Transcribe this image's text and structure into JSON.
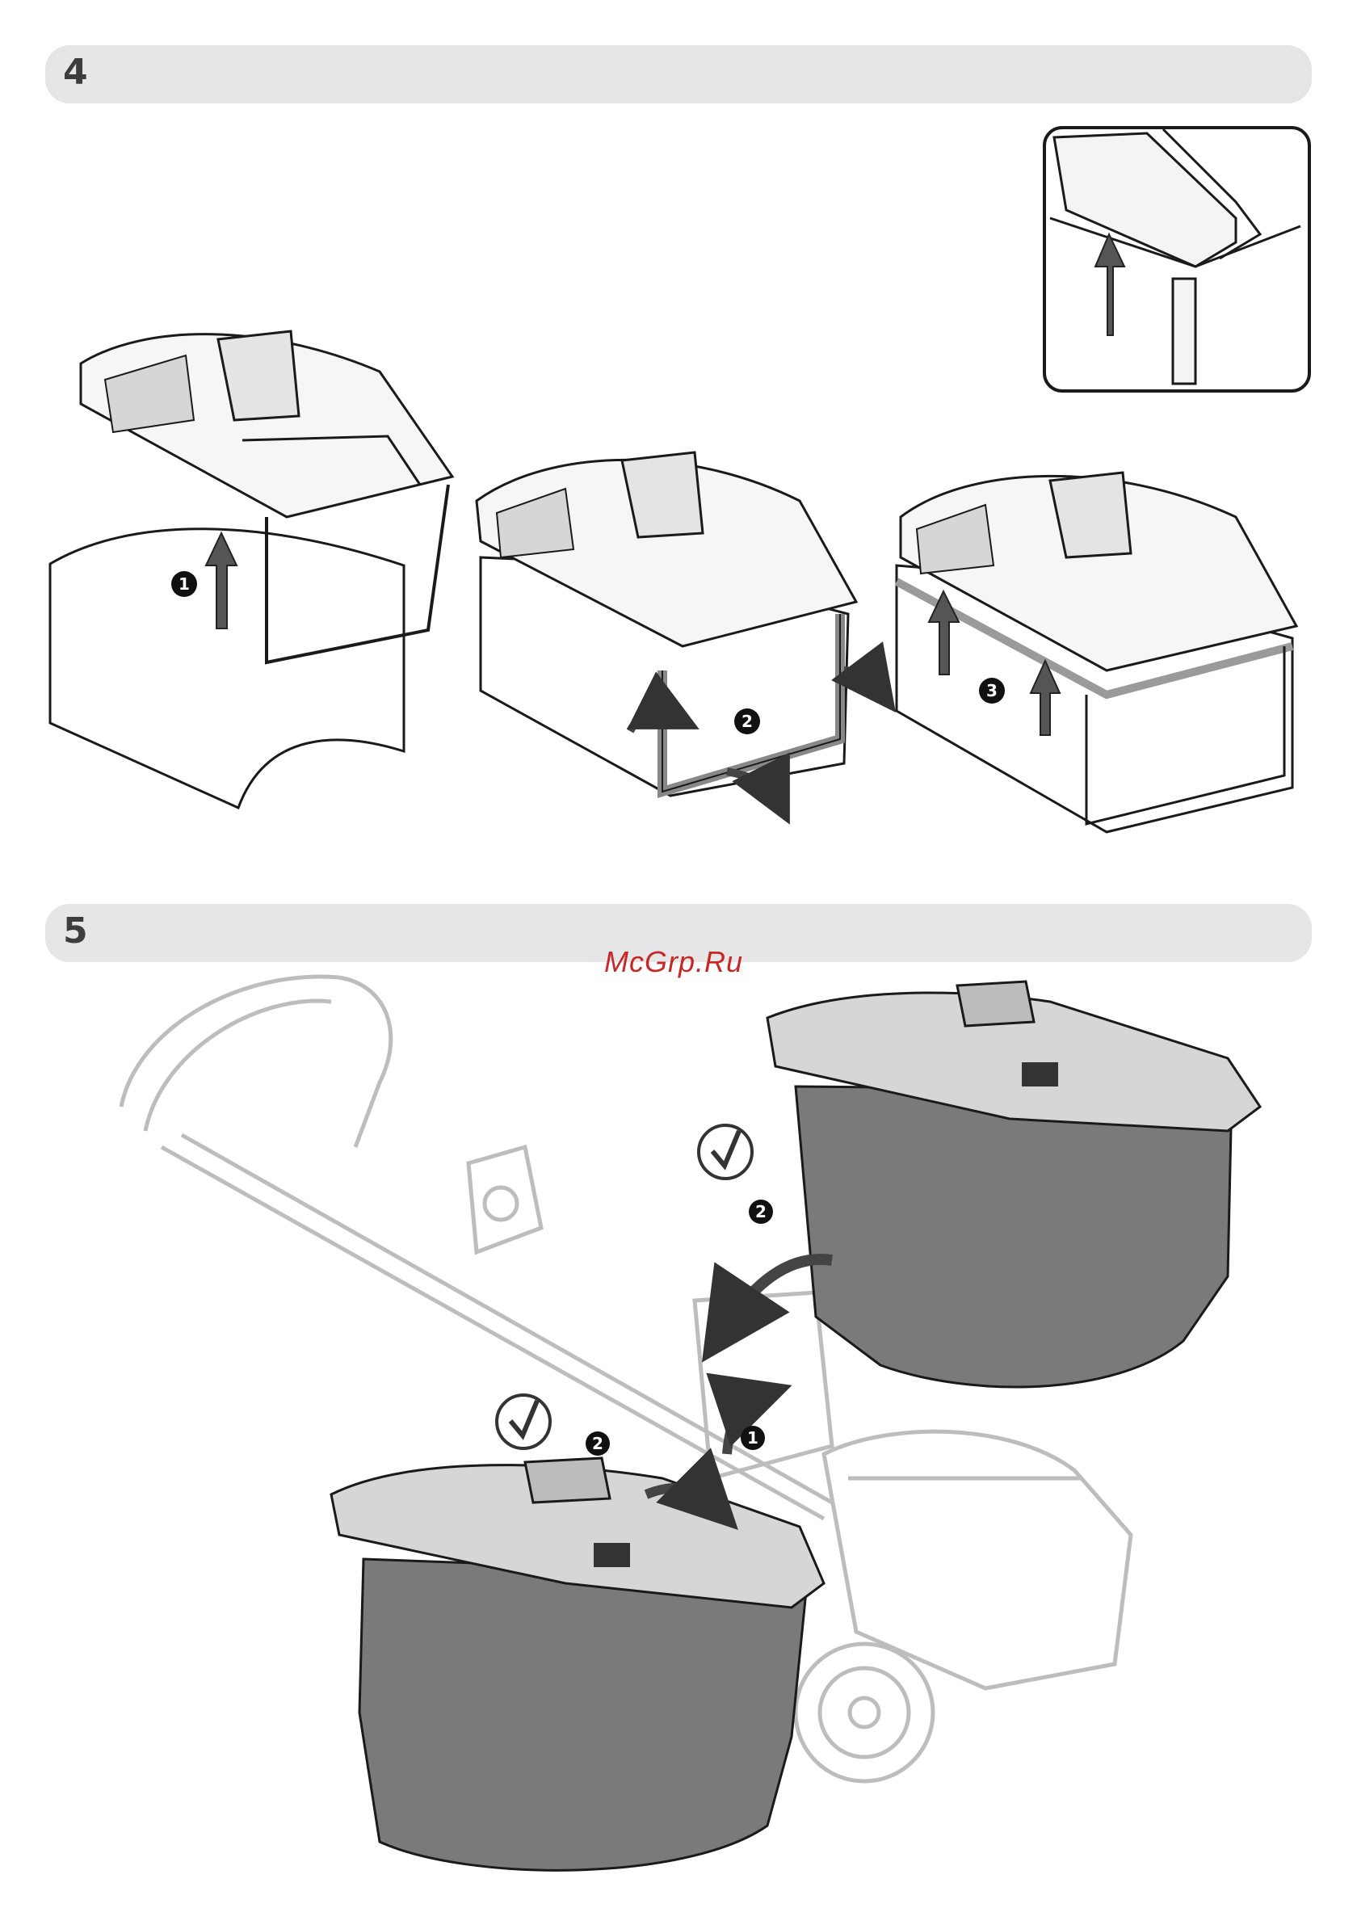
{
  "steps": [
    {
      "number": "4"
    },
    {
      "number": "5"
    }
  ],
  "watermark": "McGrp.Ru",
  "markers": {
    "s4_panel1": "1",
    "s4_panel2": "2",
    "s4_panel3": "3",
    "s5_right": "2",
    "s5_left": "2",
    "s5_lift": "1"
  },
  "icons": [
    "up-arrow-icon",
    "rotate-arrow-icon",
    "checkmark-icon",
    "curved-arrow-icon"
  ],
  "colors": {
    "bar": "#e6e6e6",
    "line": "#1a1a1a",
    "bag": "#7a7a7a",
    "frame": "#d6d6d6",
    "ghost": "#bdbdbd"
  }
}
